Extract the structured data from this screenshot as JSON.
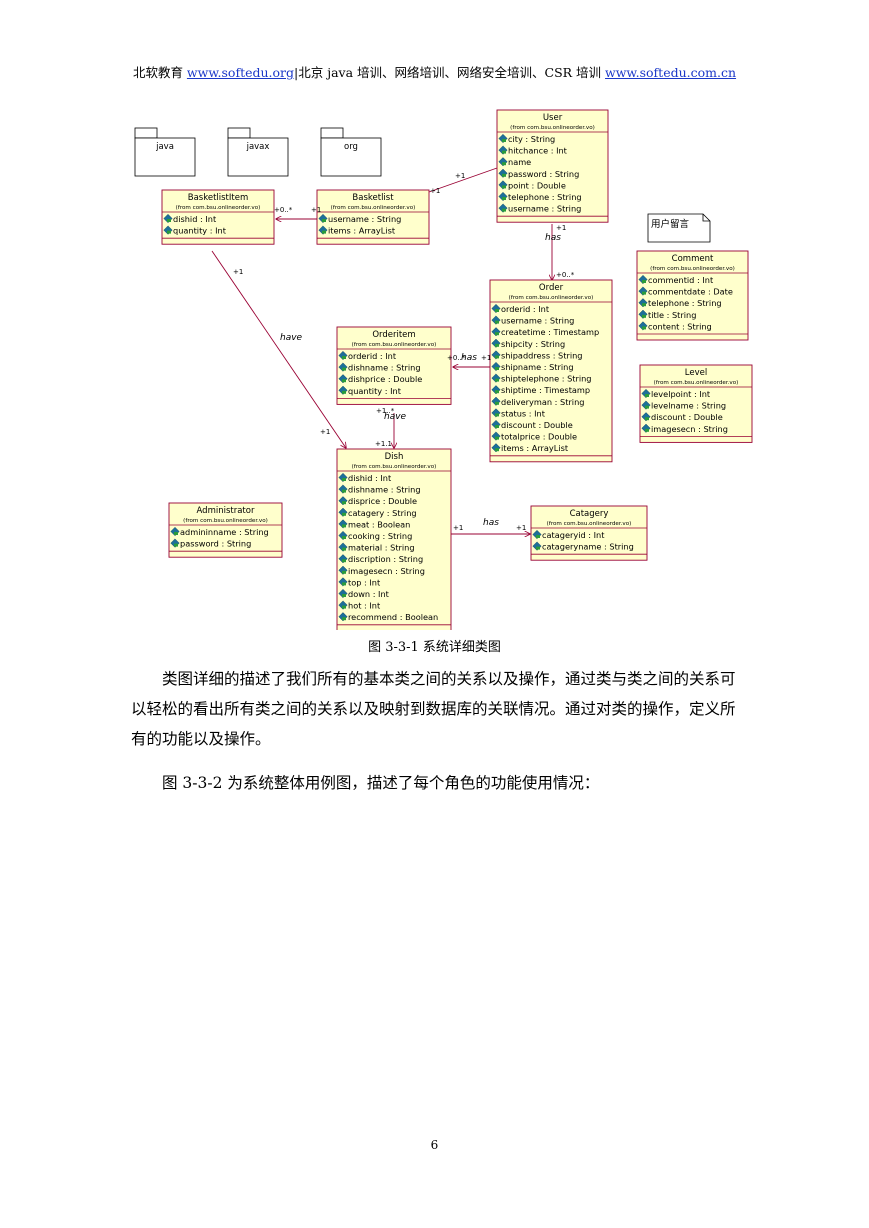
{
  "header": {
    "prefix": "北软教育 ",
    "link1": "www.softedu.org",
    "middle": "|北京 java 培训、网络培训、网络安全培训、CSR 培训 ",
    "link2": "www.softedu.com.cn"
  },
  "packages": [
    "java",
    "javax",
    "org"
  ],
  "note": "用户留言",
  "classes": [
    {
      "id": "User",
      "name": "User",
      "from": "(from com.bsu.onlineorder.vo)",
      "attrs": [
        "city : String",
        "hitchance : Int",
        "name",
        "password : String",
        "point : Double",
        "telephone : String",
        "username : String"
      ]
    },
    {
      "id": "BasketlistItem",
      "name": "BasketlistItem",
      "from": "(from com.bsu.onlineorder.vo)",
      "attrs": [
        "dishid : Int",
        "quantity : Int"
      ]
    },
    {
      "id": "Basketlist",
      "name": "Basketlist",
      "from": "(from com.bsu.onlineorder.vo)",
      "attrs": [
        "username : String",
        "items : ArrayList"
      ]
    },
    {
      "id": "Comment",
      "name": "Comment",
      "from": "(from com.bsu.onlineorder.vo)",
      "attrs": [
        "commentid : Int",
        "commentdate : Date",
        "telephone : String",
        "title : String",
        "content : String"
      ]
    },
    {
      "id": "Order",
      "name": "Order",
      "from": "(from com.bsu.onlineorder.vo)",
      "attrs": [
        "orderid : Int",
        "username : String",
        "createtime : Timestamp",
        "shipcity : String",
        "shipaddress : String",
        "shipname : String",
        "shiptelephone : String",
        "shiptime : Timestamp",
        "deliveryman : String",
        "status : Int",
        "discount : Double",
        "totalprice : Double",
        "items : ArrayList"
      ]
    },
    {
      "id": "Orderitem",
      "name": "Orderitem",
      "from": "(from com.bsu.onlineorder.vo)",
      "attrs": [
        "orderid : Int",
        "dishname : String",
        "dishprice : Double",
        "quantity : Int"
      ]
    },
    {
      "id": "Level",
      "name": "Level",
      "from": "(from com.bsu.onlineorder.vo)",
      "attrs": [
        "levelpoint : Int",
        "levelname : String",
        "discount : Double",
        "imagesecn : String"
      ]
    },
    {
      "id": "Dish",
      "name": "Dish",
      "from": "(from com.bsu.onlineorder.vo)",
      "attrs": [
        "dishid : Int",
        "dishname : String",
        "disprice : Double",
        "catagery : String",
        "meat : Boolean",
        "cooking : String",
        "material : String",
        "discription : String",
        "imagesecn : String",
        "top : Int",
        "down : Int",
        "hot : Int",
        "recommend : Boolean"
      ]
    },
    {
      "id": "Administrator",
      "name": "Administrator",
      "from": "(from com.bsu.onlineorder.vo)",
      "attrs": [
        "admininname : String",
        "password : String"
      ]
    },
    {
      "id": "Catagery",
      "name": "Catagery",
      "from": "(from com.bsu.onlineorder.vo)",
      "attrs": [
        "catageryid : Int",
        "catageryname : String"
      ]
    }
  ],
  "labels": {
    "has": "has",
    "have": "have",
    "one": "+1",
    "zero_many": "+0..*",
    "one_dots": "+1..*",
    "one_one": "+1.1"
  },
  "caption": "图 3-3-1  系统详细类图",
  "paragraphs": [
    "类图详细的描述了我们所有的基本类之间的关系以及操作，通过类与类之间的关系可以轻松的看出所有类之间的关系以及映射到数据库的关联情况。通过对类的操作，定义所有的功能以及操作。",
    "图 3-3-2 为系统整体用例图，描述了每个角色的功能使用情况："
  ],
  "page_number": "6",
  "colors": {
    "class_fill": "#ffffcc",
    "class_border": "#990033",
    "line": "#990033",
    "link": "#1a37c8"
  }
}
